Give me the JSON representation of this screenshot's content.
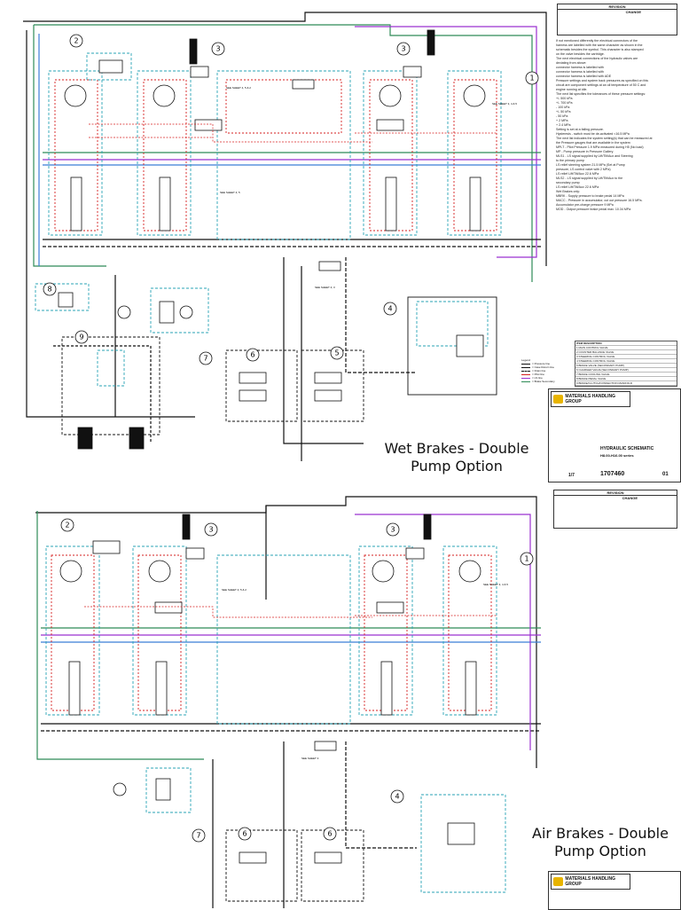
{
  "sheet_top": {
    "caption_line1": "Wet Brakes - Double",
    "caption_line2": "Pump Option",
    "revision_header": "REVISION",
    "revision_change_header": "CHANGE",
    "callouts": [
      "1",
      "2",
      "3",
      "3",
      "4",
      "5",
      "6",
      "7",
      "8",
      "9"
    ],
    "sheet_refs": [
      "SEE SHEET 3, 4 & 5",
      "SEE SHEET 4, 5 & 2",
      "SEE SHEET 4, 3",
      "SEE SHEET 4, 5"
    ],
    "notes": [
      "If not mentioned differently the electrical connectors of the",
      "harness are labelled with the same character as shown in the",
      "schematic besides the symbol. This character is also stamped",
      "on the valve besides the cartridge.",
      "The next electrical connections of the hydraulic valves are",
      "deviating from above:",
      "connector harness is labelled with",
      "connector harness is labelled with",
      "connector harness is labelled with     ADE",
      "Pressure settings and system back pressures as specified on this",
      "circuit are component settings at an oil temperature of 50 C and",
      "engine running at idle.",
      "The next list specifies the tolerances of these pressure settings:",
      "+/- 500 kPa",
      "+/- 700 kPa",
      "- 100 kPa",
      "+/- 50 kPa",
      "- 50 kPa",
      "+ 2 MPa",
      "+ 2.4 MPa",
      "Setting is set at a falling pressure.",
      "Hysteresis - switch must be de-activated <16.5 MPa",
      "The next list indicates the system setting(s) that can be measured at",
      "the Pressure gauges that are available in the system",
      "MPLT  - Pilot Pressure 1.9 MPa measured during H5 (No load)",
      "MP    - Pump pressure in Pressure Gallery",
      "MLS1  - LS signal supplied by Lift/Tilt/Aux and Steering",
      "        to the primary pump",
      "        LS relief steering system 21.5 MPa (Set at Pump",
      "        pressure, LS control valve with  2 MPa)",
      "        LS relief Lift/Tilt/Aux 22.6 MPa",
      "MLS2  - LS signal supplied by Lift/Tilt/Aux to the",
      "        secondary pump",
      "        LS relief Lift/Tilt/Aux 22.6 MPa",
      "Wet Brakes only:",
      "MBRK  - Supply pressure to brake pedal 14 MPa",
      "MACC  - Pressure in accumulator, cut out pressure 16.5 MPa.",
      "        Accumulator pre-charge pressure 9 MPa",
      "MOD   - Output pressure brake pedal max. 10.34 MPa"
    ],
    "legend_title": "Legend",
    "legend": [
      "= Pressure line",
      "= Case Return line",
      "= Drain line",
      "= Pilot line",
      "= LS line",
      "= Brake Secondary"
    ],
    "parts_header": [
      "ITEM",
      "DESCRIPTION"
    ],
    "parts": [
      [
        "1",
        "MAIN CONTROL VALVE"
      ],
      [
        "2",
        "COUNTER BALANCE VALVE"
      ],
      [
        "3",
        "STEERING CONTROL VALVE"
      ],
      [
        "4",
        "STEERING CONTROL VALVE"
      ],
      [
        "5",
        "BRAKE VALVE (SECONDARY PUMP)"
      ],
      [
        "6",
        "CHARGER VALVE (SECONDARY PUMP)"
      ],
      [
        "7",
        "BRAKE COOLING VALVE"
      ],
      [
        "8",
        "BRAKE PEDAL VALVE"
      ],
      [
        "9",
        "BRAKE/CLUTCH/CONNECTION MANIFOLD"
      ]
    ],
    "company": "MATERIALS HANDLING GROUP",
    "drawing_title": "HYDRAULIC SCHEMATIC",
    "drawing_subtitle": "H8.00-H16.00 series",
    "sheet_no": "1/7",
    "drawing_no": "1707460",
    "revision_no": "01"
  },
  "sheet_bottom": {
    "caption_line1": "Air Brakes - Double",
    "caption_line2": "Pump Option",
    "revision_header": "REVISION",
    "revision_change_header": "CHANGE",
    "callouts": [
      "1",
      "2",
      "3",
      "3",
      "4",
      "6",
      "6",
      "7"
    ],
    "sheet_refs": [
      "SEE SHEET 3, 4 & 5",
      "SEE SHEET 4, 5 & 2",
      "SEE SHEET 3"
    ],
    "company": "MATERIALS HANDLING GROUP"
  },
  "colors": {
    "pressure": "#111111",
    "return": "#111111",
    "green_line": "#2e8b57",
    "blue_line": "#3b7dd8",
    "teal_box": "#2aa3b5",
    "pilot_red": "#d62020",
    "ls_purple": "#9b30d0",
    "logo_yellow": "#e8b400"
  }
}
